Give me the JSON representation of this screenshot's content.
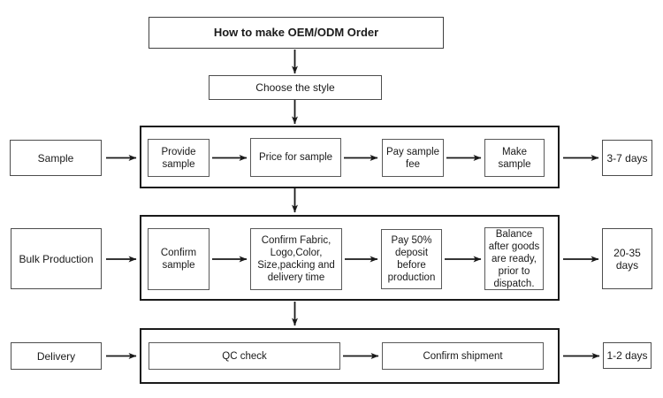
{
  "flow": {
    "title": "How to make OEM/ODM Order",
    "choose_style": "Choose the style"
  },
  "rows": [
    {
      "label": "Sample",
      "duration": "3-7 days",
      "steps": [
        "Provide sample",
        "Price for sample",
        "Pay sample fee",
        "Make sample"
      ]
    },
    {
      "label": "Bulk Production",
      "duration": "20-35 days",
      "steps": [
        "Confirm sample",
        "Confirm Fabric, Logo,Color, Size,packing and delivery time",
        "Pay 50% deposit before production",
        "Balance after goods are ready, prior to dispatch."
      ]
    },
    {
      "label": "Delivery",
      "duration": "1-2 days",
      "steps": [
        "QC check",
        "Confirm shipment"
      ]
    }
  ],
  "colors": {
    "frame_border": "#1a1a1a",
    "box_border": "#595959",
    "text": "#1a1a1a",
    "background": "#ffffff"
  }
}
